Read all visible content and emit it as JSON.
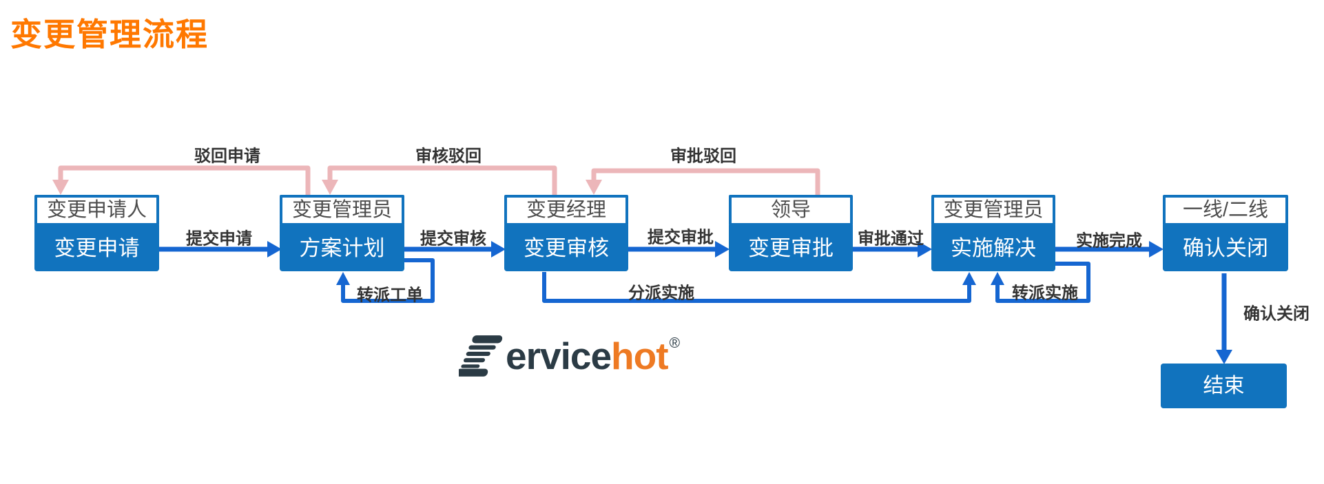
{
  "title": "变更管理流程",
  "colors": {
    "title_orange": "#FF7800",
    "node_blue": "#1173BE",
    "arrow_blue": "#1566D1",
    "reject_pink": "#ECB6B9",
    "label_color": "#333333",
    "role_text": "#4D4D4D",
    "logo_navy": "#2B3B45",
    "logo_orange": "#EE7A23"
  },
  "nodes": [
    {
      "role": "变更申请人",
      "title": "变更申请"
    },
    {
      "role": "变更管理员",
      "title": "方案计划"
    },
    {
      "role": "变更经理",
      "title": "变更审核"
    },
    {
      "role": "领导",
      "title": "变更审批"
    },
    {
      "role": "变更管理员",
      "title": "实施解决"
    },
    {
      "role": "一线/二线",
      "title": "确认关闭"
    },
    {
      "title": "结束"
    }
  ],
  "edges": {
    "submit_request": "提交申请",
    "submit_review": "提交审核",
    "submit_approval": "提交审批",
    "approval_passed": "审批通过",
    "implementation_done": "实施完成",
    "confirm_close": "确认关闭",
    "reject_request": "驳回申请",
    "review_reject": "审核驳回",
    "approval_reject": "审批驳回",
    "reassign_ticket": "转派工单",
    "dispatch_implementation": "分派实施",
    "reassign_implementation": "转派实施"
  },
  "logo": {
    "ervice": "ervice",
    "hot": "hot",
    "registered": "®"
  }
}
